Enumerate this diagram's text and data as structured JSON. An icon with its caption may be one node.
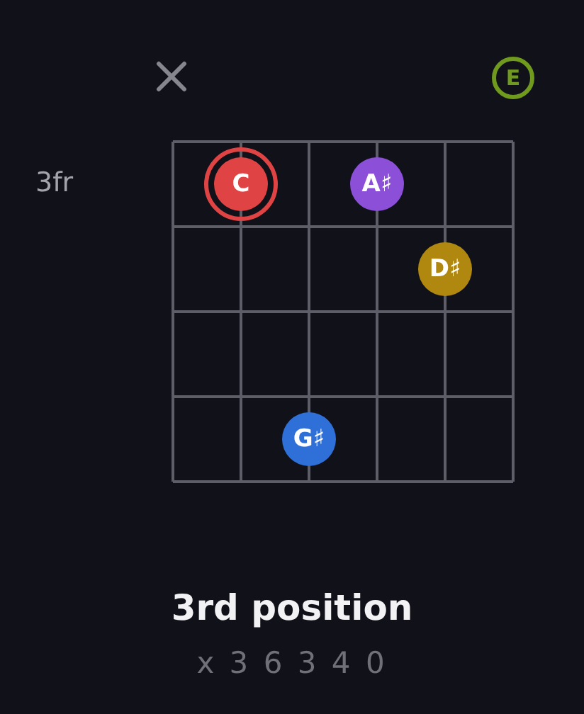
{
  "diagram": {
    "title": "3rd position",
    "nodes": [
      {
        "text": [
          "E"
        ]
      },
      {
        "text": [
          "C"
        ]
      },
      {
        "text": [
          "A♯"
        ]
      },
      {
        "text": [
          "D♯"
        ]
      },
      {
        "text": [
          "G♯"
        ]
      }
    ],
    "labels": [
      "3fr",
      "x 3 6 3 4 0"
    ]
  }
}
